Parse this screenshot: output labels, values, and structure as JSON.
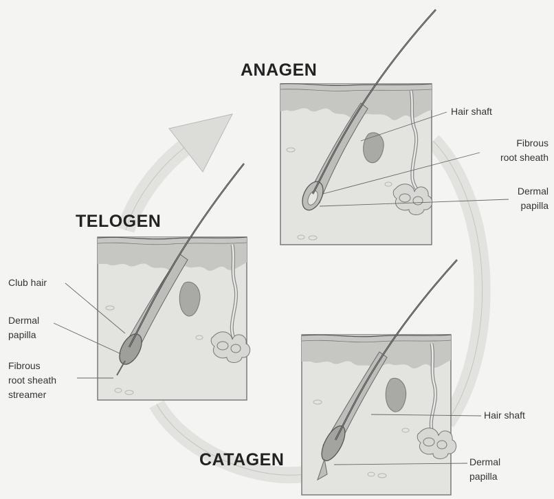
{
  "phases": {
    "anagen": {
      "title": "ANAGEN",
      "labels": {
        "hair_shaft": "Hair shaft",
        "fibrous_root_sheath_1": "Fibrous",
        "fibrous_root_sheath_2": "root sheath",
        "dermal_papilla_1": "Dermal",
        "dermal_papilla_2": "papilla"
      }
    },
    "telogen": {
      "title": "TELOGEN",
      "labels": {
        "club_hair": "Club hair",
        "dermal_papilla_1": "Dermal",
        "dermal_papilla_2": "papilla",
        "streamer_1": "Fibrous",
        "streamer_2": "root sheath",
        "streamer_3": "streamer"
      }
    },
    "catagen": {
      "title": "CATAGEN",
      "labels": {
        "hair_shaft": "Hair shaft",
        "dermal_papilla_1": "Dermal",
        "dermal_papilla_2": "papilla"
      }
    }
  },
  "colors": {
    "background": "#f4f4f2",
    "panel": "#e3e3e0",
    "epidermis": "#c6c6c3",
    "cycle_arrow": "#e2e2df",
    "gland": "#a9a9a6",
    "text": "#333333",
    "line": "#666666"
  }
}
